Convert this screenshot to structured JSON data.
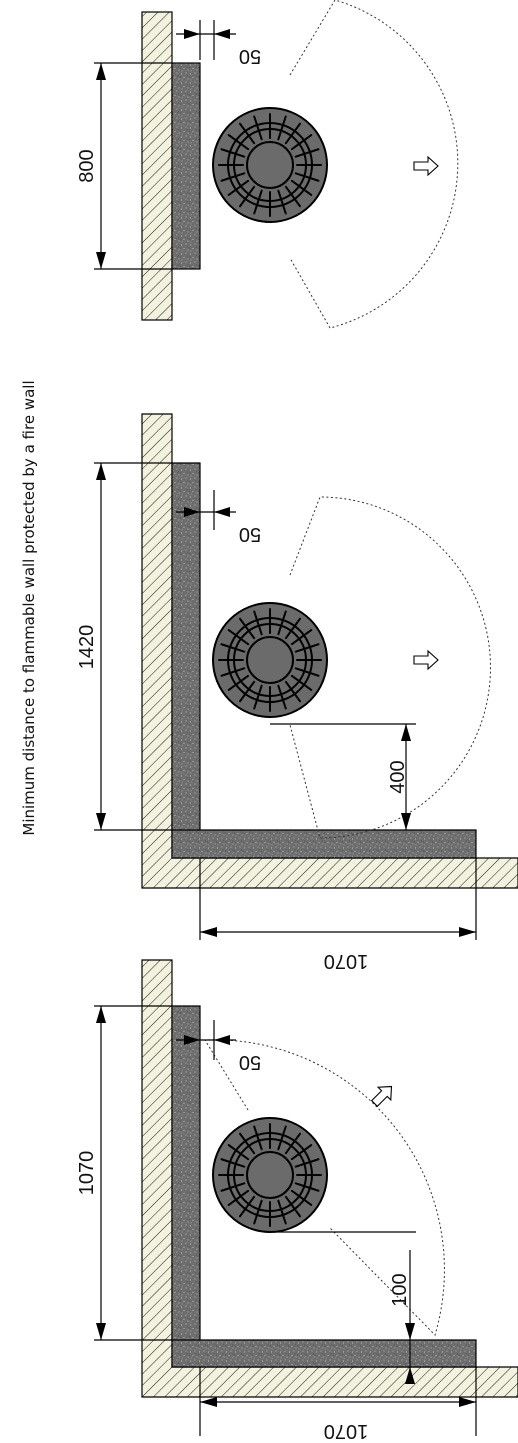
{
  "caption": "Minimum distance to flammable wall protected by a fire wall",
  "colors": {
    "wall_fill": "#f3f2df",
    "insulation_fill": "#6e6e6e",
    "stove_fill": "#6b6b6b",
    "line": "#000000"
  },
  "diagrams": [
    {
      "layout": "straight-wall",
      "dimensions": {
        "firewall_length": "800",
        "gap_to_firewall": "50"
      }
    },
    {
      "layout": "corner-parallel",
      "dimensions": {
        "firewall_length": "1420",
        "gap_to_firewall": "50",
        "side_distance": "400",
        "adjacent_firewall_length": "1070"
      }
    },
    {
      "layout": "corner-angled",
      "dimensions": {
        "firewall_length": "1070",
        "gap_to_firewall": "50",
        "side_distance": "100",
        "adjacent_firewall_length": "1070"
      }
    }
  ]
}
